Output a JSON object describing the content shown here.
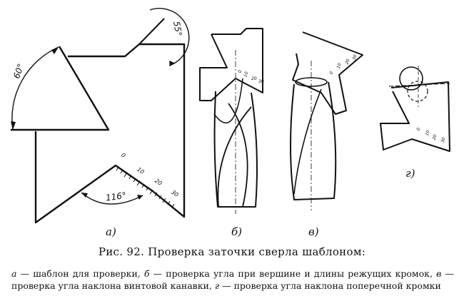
{
  "figure": {
    "panels": {
      "a": {
        "label": "а)",
        "angles": [
          "60°",
          "55°",
          "116°"
        ],
        "scale_ticks": [
          "0",
          "10",
          "20",
          "30"
        ]
      },
      "b": {
        "label": "б)",
        "scale_ticks": [
          "0",
          "10",
          "20",
          "30"
        ]
      },
      "v": {
        "label": "в)",
        "scale_ticks": [
          "0",
          "10",
          "20",
          "30"
        ]
      },
      "g": {
        "label": "г)",
        "scale_ticks": [
          "0",
          "10",
          "20",
          "30"
        ]
      }
    }
  },
  "caption": {
    "title": "Рис. 92. Проверка заточки сверла шаблоном:",
    "items": [
      {
        "key": "а",
        "text": " — шаблон для проверки, "
      },
      {
        "key": "б",
        "text": " — проверка угла при вершине и длины режущих кромок, "
      },
      {
        "key": "в",
        "text": " — проверка угла наклона винтовой канавки, "
      },
      {
        "key": "г",
        "text": " — проверка угла наклона поперечной кромки"
      }
    ]
  }
}
